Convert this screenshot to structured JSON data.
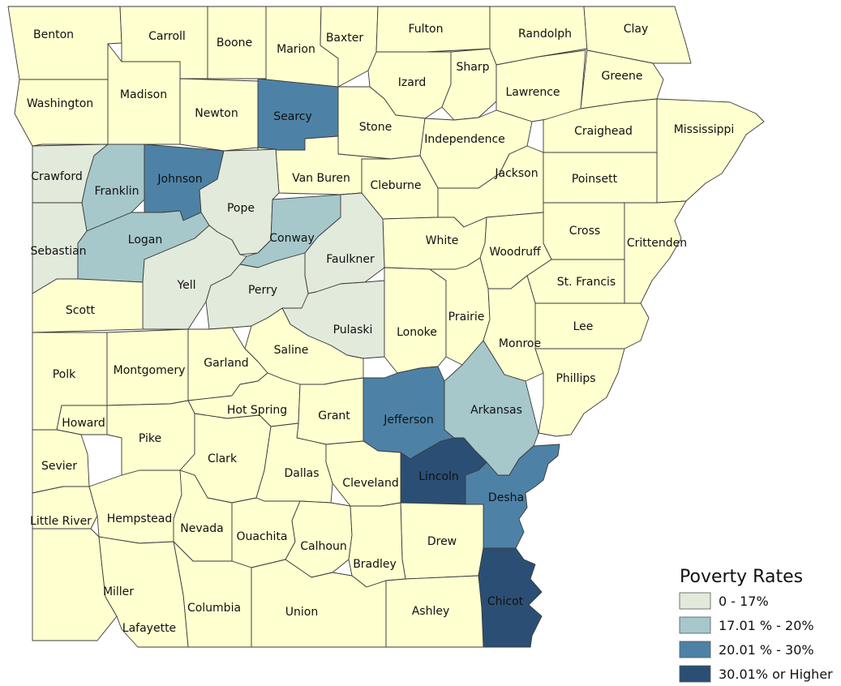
{
  "legend": {
    "title": "Poverty Rates",
    "classes": [
      {
        "label": "0 - 17%",
        "color": "#e2eadb"
      },
      {
        "label": "17.01 % - 20%",
        "color": "#a6c8cb"
      },
      {
        "label": "20.01 % - 30%",
        "color": "#4d82a6"
      },
      {
        "label": "30.01% or Higher",
        "color": "#2b4f74"
      }
    ],
    "default_color": "#ffffd0"
  },
  "counties": [
    {
      "name": "Benton",
      "cls": -1
    },
    {
      "name": "Carroll",
      "cls": -1
    },
    {
      "name": "Boone",
      "cls": -1
    },
    {
      "name": "Marion",
      "cls": -1
    },
    {
      "name": "Baxter",
      "cls": -1
    },
    {
      "name": "Fulton",
      "cls": -1
    },
    {
      "name": "Randolph",
      "cls": -1
    },
    {
      "name": "Clay",
      "cls": -1
    },
    {
      "name": "Washington",
      "cls": -1
    },
    {
      "name": "Madison",
      "cls": -1
    },
    {
      "name": "Newton",
      "cls": -1
    },
    {
      "name": "Searcy",
      "cls": 2
    },
    {
      "name": "Izard",
      "cls": -1
    },
    {
      "name": "Sharp",
      "cls": -1
    },
    {
      "name": "Lawrence",
      "cls": -1
    },
    {
      "name": "Greene",
      "cls": -1
    },
    {
      "name": "Stone",
      "cls": -1
    },
    {
      "name": "Independence",
      "cls": -1
    },
    {
      "name": "Craighead",
      "cls": -1
    },
    {
      "name": "Mississippi",
      "cls": -1
    },
    {
      "name": "Crawford",
      "cls": 0
    },
    {
      "name": "Franklin",
      "cls": 1
    },
    {
      "name": "Johnson",
      "cls": 2
    },
    {
      "name": "Van Buren",
      "cls": -1
    },
    {
      "name": "Cleburne",
      "cls": -1
    },
    {
      "name": "Jackson",
      "cls": -1
    },
    {
      "name": "Poinsett",
      "cls": -1
    },
    {
      "name": "Pope",
      "cls": 0
    },
    {
      "name": "Sebastian",
      "cls": 0
    },
    {
      "name": "Logan",
      "cls": 1
    },
    {
      "name": "Conway",
      "cls": 1
    },
    {
      "name": "White",
      "cls": -1
    },
    {
      "name": "Cross",
      "cls": -1
    },
    {
      "name": "Crittenden",
      "cls": -1
    },
    {
      "name": "Woodruff",
      "cls": -1
    },
    {
      "name": "Faulkner",
      "cls": 0
    },
    {
      "name": "Yell",
      "cls": 0
    },
    {
      "name": "Perry",
      "cls": 0
    },
    {
      "name": "St. Francis",
      "cls": -1
    },
    {
      "name": "Scott",
      "cls": -1
    },
    {
      "name": "Pulaski",
      "cls": 0
    },
    {
      "name": "Lonoke",
      "cls": -1
    },
    {
      "name": "Prairie",
      "cls": -1
    },
    {
      "name": "Lee",
      "cls": -1
    },
    {
      "name": "Saline",
      "cls": -1
    },
    {
      "name": "Monroe",
      "cls": -1
    },
    {
      "name": "Polk",
      "cls": -1
    },
    {
      "name": "Montgomery",
      "cls": -1
    },
    {
      "name": "Garland",
      "cls": -1
    },
    {
      "name": "Phillips",
      "cls": -1
    },
    {
      "name": "Hot Spring",
      "cls": -1
    },
    {
      "name": "Grant",
      "cls": -1
    },
    {
      "name": "Jefferson",
      "cls": 2
    },
    {
      "name": "Arkansas",
      "cls": 1
    },
    {
      "name": "Howard",
      "cls": -1
    },
    {
      "name": "Pike",
      "cls": -1
    },
    {
      "name": "Clark",
      "cls": -1
    },
    {
      "name": "Sevier",
      "cls": -1
    },
    {
      "name": "Lincoln",
      "cls": 3
    },
    {
      "name": "Dallas",
      "cls": -1
    },
    {
      "name": "Cleveland",
      "cls": -1
    },
    {
      "name": "Desha",
      "cls": 2
    },
    {
      "name": "Little River",
      "cls": -1
    },
    {
      "name": "Hempstead",
      "cls": -1
    },
    {
      "name": "Nevada",
      "cls": -1
    },
    {
      "name": "Ouachita",
      "cls": -1
    },
    {
      "name": "Calhoun",
      "cls": -1
    },
    {
      "name": "Drew",
      "cls": -1
    },
    {
      "name": "Bradley",
      "cls": -1
    },
    {
      "name": "Miller",
      "cls": -1
    },
    {
      "name": "Chicot",
      "cls": 3
    },
    {
      "name": "Columbia",
      "cls": -1
    },
    {
      "name": "Union",
      "cls": -1
    },
    {
      "name": "Ashley",
      "cls": -1
    },
    {
      "name": "Lafayette",
      "cls": -1
    }
  ]
}
